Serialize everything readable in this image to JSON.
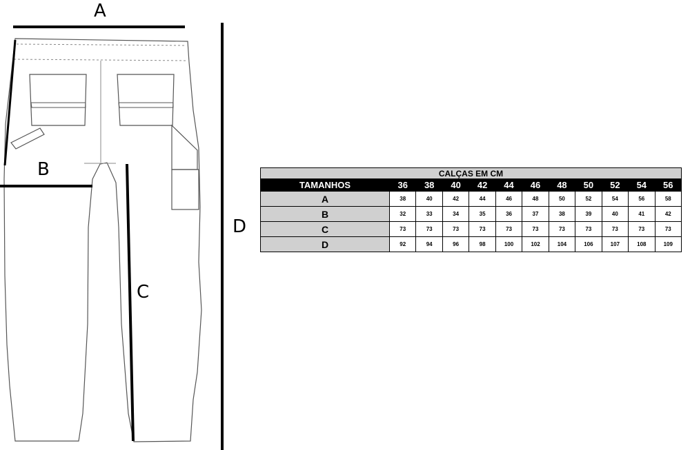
{
  "diagram": {
    "labels": {
      "a": "A",
      "b": "B",
      "c": "C",
      "d": "D"
    }
  },
  "table": {
    "title": "CALÇAS EM CM",
    "header_label": "TAMANHOS",
    "sizes": [
      "36",
      "38",
      "40",
      "42",
      "44",
      "46",
      "48",
      "50",
      "52",
      "54",
      "56"
    ],
    "rows": [
      {
        "label": "A",
        "values": [
          "38",
          "40",
          "42",
          "44",
          "46",
          "48",
          "50",
          "52",
          "54",
          "56",
          "58"
        ]
      },
      {
        "label": "B",
        "values": [
          "32",
          "33",
          "34",
          "35",
          "36",
          "37",
          "38",
          "39",
          "40",
          "41",
          "42"
        ]
      },
      {
        "label": "C",
        "values": [
          "73",
          "73",
          "73",
          "73",
          "73",
          "73",
          "73",
          "73",
          "73",
          "73",
          "73"
        ]
      },
      {
        "label": "D",
        "values": [
          "92",
          "94",
          "96",
          "98",
          "100",
          "102",
          "104",
          "106",
          "107",
          "108",
          "109"
        ]
      }
    ]
  },
  "colors": {
    "table_header_bg": "#000000",
    "table_title_bg": "#d0d0d0",
    "row_label_bg": "#d0d0d0"
  }
}
